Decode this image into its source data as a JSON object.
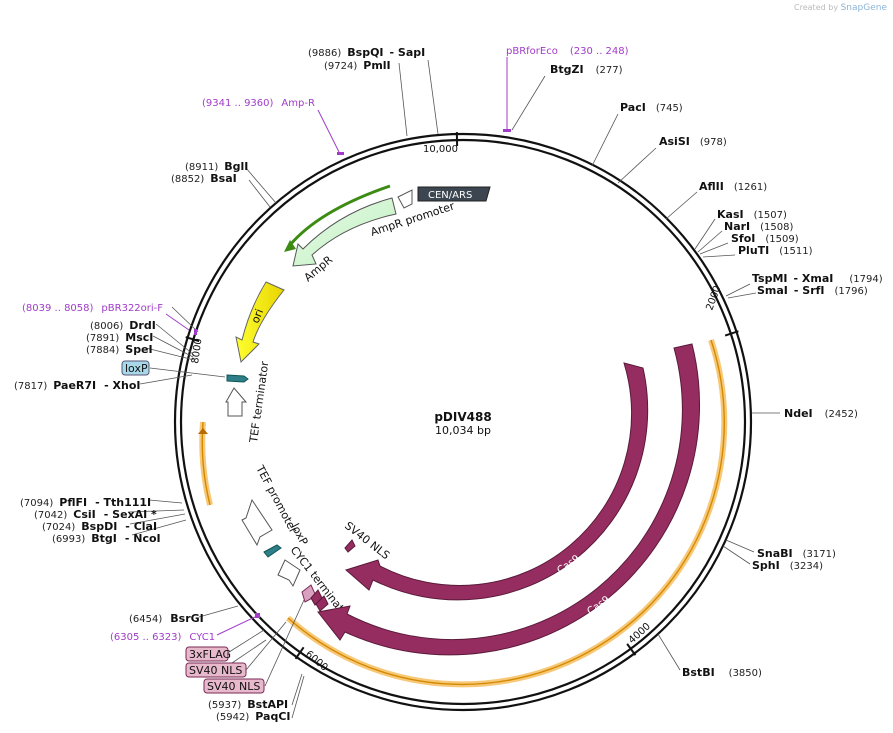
{
  "watermark": {
    "created_by": "Created by",
    "logo": "SnapGene"
  },
  "plasmid": {
    "name": "pDIV488",
    "size_label": "10,034 bp",
    "length": 10034
  },
  "ruler": [
    {
      "pos": 2000,
      "label": "2000"
    },
    {
      "pos": 4000,
      "label": "4000"
    },
    {
      "pos": 6000,
      "label": "6000"
    },
    {
      "pos": 8000,
      "label": "8000"
    },
    {
      "pos": 10000,
      "label": "10,000"
    }
  ],
  "sites": [
    {
      "id": "bspqi",
      "pos": "(9886)",
      "name": "BspQI",
      "extra": "- SapI"
    },
    {
      "id": "pmli",
      "pos": "(9724)",
      "name": "PmlI",
      "extra": ""
    },
    {
      "id": "btgzi",
      "pos": "(277)",
      "name": "BtgZI",
      "extra": ""
    },
    {
      "id": "paci",
      "pos": "(745)",
      "name": "PacI",
      "extra": ""
    },
    {
      "id": "asisi",
      "pos": "(978)",
      "name": "AsiSI",
      "extra": ""
    },
    {
      "id": "aflii",
      "pos": "(1261)",
      "name": "AflII",
      "extra": ""
    },
    {
      "id": "kasi",
      "pos": "(1507)",
      "name": "KasI",
      "extra": ""
    },
    {
      "id": "nari",
      "pos": "(1508)",
      "name": "NarI",
      "extra": ""
    },
    {
      "id": "sfoi",
      "pos": "(1509)",
      "name": "SfoI",
      "extra": ""
    },
    {
      "id": "plutI",
      "pos": "(1511)",
      "name": "PluTI",
      "extra": ""
    },
    {
      "id": "tspmi",
      "pos": "(1794)",
      "name": "TspMI",
      "extra": "- XmaI"
    },
    {
      "id": "smai",
      "pos": "(1796)",
      "name": "SmaI",
      "extra": "- SrfI"
    },
    {
      "id": "ndei",
      "pos": "(2452)",
      "name": "NdeI",
      "extra": ""
    },
    {
      "id": "snabi",
      "pos": "(3171)",
      "name": "SnaBI",
      "extra": ""
    },
    {
      "id": "sphi",
      "pos": "(3234)",
      "name": "SphI",
      "extra": ""
    },
    {
      "id": "bstbi",
      "pos": "(3850)",
      "name": "BstBI",
      "extra": ""
    },
    {
      "id": "bstapi",
      "pos": "(5937)",
      "name": "BstAPI",
      "extra": ""
    },
    {
      "id": "paqci",
      "pos": "(5942)",
      "name": "PaqCI",
      "extra": ""
    },
    {
      "id": "bsrgi",
      "pos": "(6454)",
      "name": "BsrGI",
      "extra": ""
    },
    {
      "id": "btgi",
      "pos": "(6993)",
      "name": "BtgI",
      "extra": "- NcoI"
    },
    {
      "id": "bspdi",
      "pos": "(7024)",
      "name": "BspDI",
      "extra": "- ClaI"
    },
    {
      "id": "csii",
      "pos": "(7042)",
      "name": "CsiI",
      "extra": "- SexAI *"
    },
    {
      "id": "pflfi",
      "pos": "(7094)",
      "name": "PflFI",
      "extra": "- Tth111I"
    },
    {
      "id": "paer7i",
      "pos": "(7817)",
      "name": "PaeR7I",
      "extra": "- XhoI"
    },
    {
      "id": "spei",
      "pos": "(7884)",
      "name": "SpeI",
      "extra": ""
    },
    {
      "id": "msci",
      "pos": "(7891)",
      "name": "MscI",
      "extra": ""
    },
    {
      "id": "drdi",
      "pos": "(8006)",
      "name": "DrdI",
      "extra": ""
    },
    {
      "id": "bsai",
      "pos": "(8852)",
      "name": "BsaI",
      "extra": ""
    },
    {
      "id": "bgli",
      "pos": "(8911)",
      "name": "BglI",
      "extra": ""
    }
  ],
  "primers": [
    {
      "id": "pbrforeco",
      "name": "pBRforEco",
      "range": "(230 .. 248)"
    },
    {
      "id": "ampr-primer",
      "name": "Amp-R",
      "range": "(9341 .. 9360)"
    },
    {
      "id": "pbr322ori-f",
      "name": "pBR322ori-F",
      "range": "(8039 .. 8058)"
    },
    {
      "id": "cyc1-primer",
      "name": "CYC1",
      "range": "(6305 .. 6323)"
    }
  ],
  "features": {
    "cen_ars": "CEN/ARS",
    "ampr_promoter": "AmpR promoter",
    "ampr": "AmpR",
    "ori": "ori",
    "tef_terminator": "TEF terminator",
    "tef_promoter": "TEF promoter",
    "loxp": "loxP",
    "cyc1_terminator": "CYC1 terminator",
    "sv40_nls": "SV40 NLS",
    "cas9": "Cas9"
  },
  "boxed_labels": {
    "loxp": "loxP",
    "flag": "3xFLAG",
    "sv40_1": "SV40 NLS",
    "sv40_2": "SV40 NLS"
  },
  "colors": {
    "cas9": "#962d60",
    "ampr": "#c8f5c8",
    "ori": "#ffff00",
    "cen_ars": "#3c4650",
    "primer": "#a03cc8",
    "orange_arc": "#f0a830",
    "green_arc": "#3c8c14",
    "loxp": "#2f7f8a"
  }
}
